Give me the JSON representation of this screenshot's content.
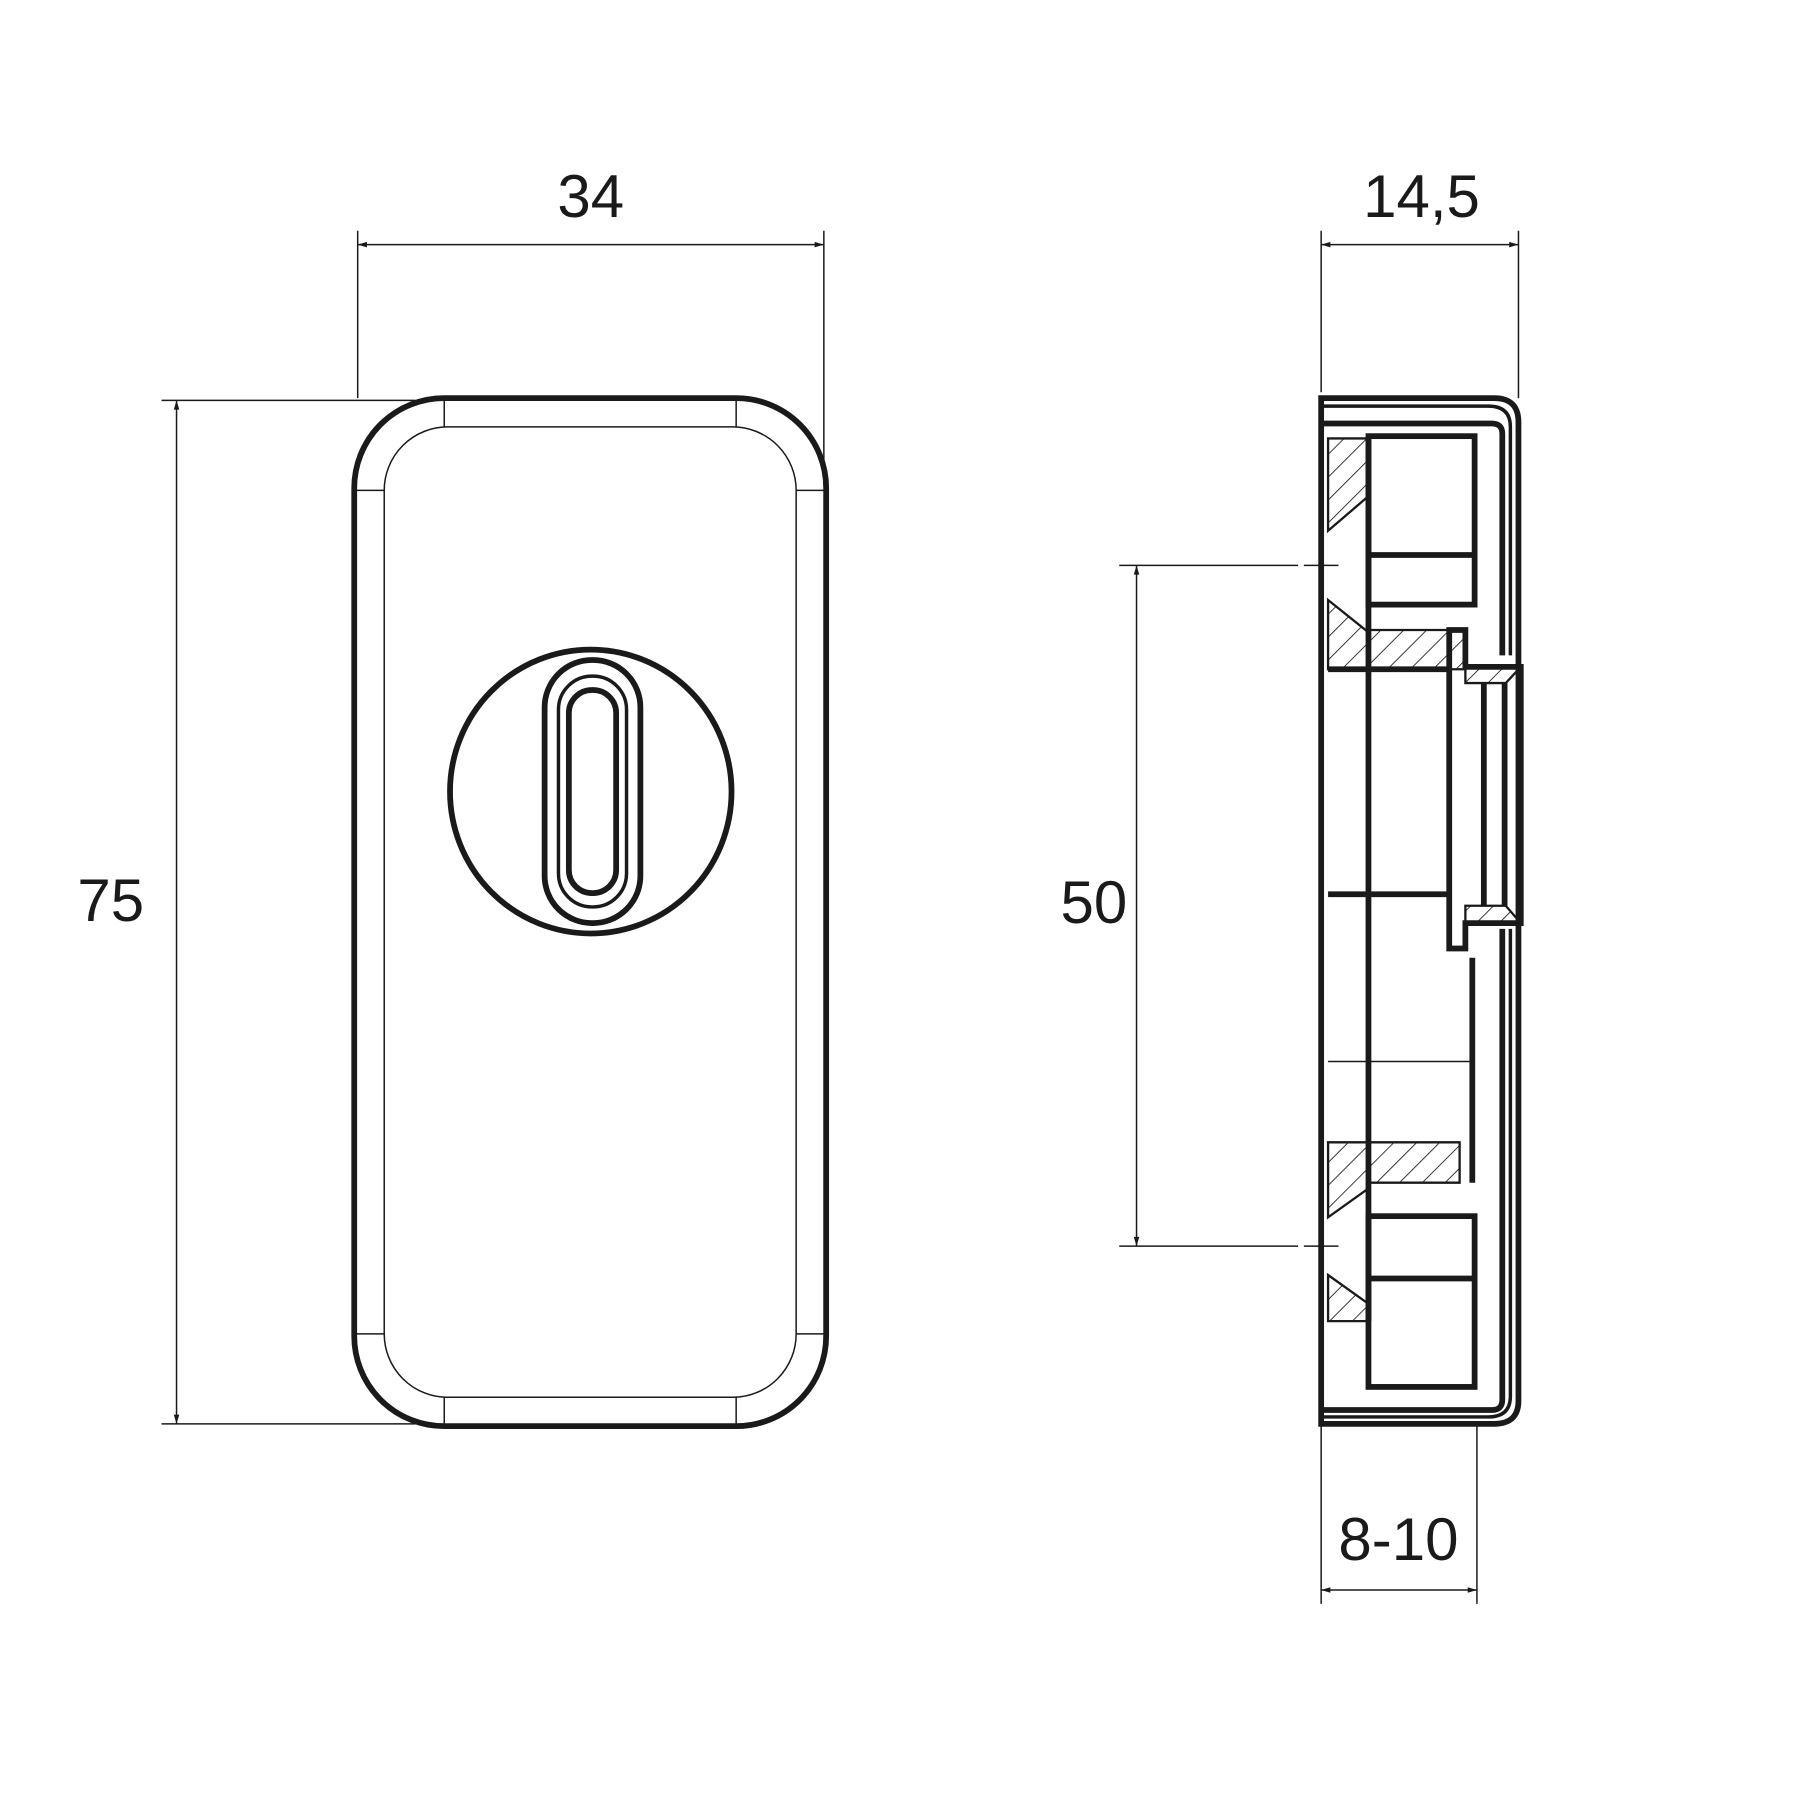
{
  "title": "Escutcheon plate technical drawing",
  "dimensions": {
    "width": "34",
    "height": "75",
    "depth": "14,5",
    "hole_spacing": "50",
    "door_thickness_range": "8-10"
  },
  "colors": {
    "line": "#1a1a1a",
    "background": "#ffffff"
  }
}
